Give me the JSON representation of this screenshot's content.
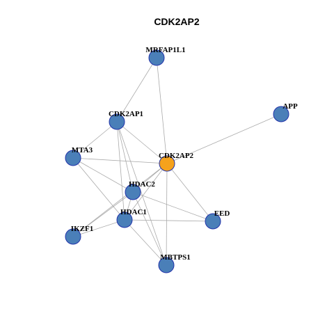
{
  "title": "CDK2AP2",
  "colors": {
    "node_default": "#4a7fb8",
    "node_focus": "#f5a21c",
    "node_stroke": "#2233aa",
    "edge": "#aaaaaa"
  },
  "nodes": [
    {
      "id": "MRFAP1L1",
      "label": "MRFAP1L1",
      "focus": false
    },
    {
      "id": "APP",
      "label": "APP",
      "focus": false
    },
    {
      "id": "CDK2AP1",
      "label": "CDK2AP1",
      "focus": false
    },
    {
      "id": "MTA3",
      "label": "MTA3",
      "focus": false
    },
    {
      "id": "CDK2AP2",
      "label": "CDK2AP2",
      "focus": true
    },
    {
      "id": "HDAC2",
      "label": "HDAC2",
      "focus": false
    },
    {
      "id": "HDAC1",
      "label": "HDAC1",
      "focus": false
    },
    {
      "id": "EED",
      "label": "EED",
      "focus": false
    },
    {
      "id": "IKZF1",
      "label": "IKZF1",
      "focus": false
    },
    {
      "id": "MBTPS1",
      "label": "MBTPS1",
      "focus": false
    }
  ],
  "edges": [
    [
      "MRFAP1L1",
      "CDK2AP1"
    ],
    [
      "MRFAP1L1",
      "CDK2AP2"
    ],
    [
      "APP",
      "CDK2AP2"
    ],
    [
      "CDK2AP1",
      "HDAC2"
    ],
    [
      "CDK2AP1",
      "HDAC1"
    ],
    [
      "CDK2AP1",
      "CDK2AP2"
    ],
    [
      "CDK2AP1",
      "MTA3"
    ],
    [
      "CDK2AP1",
      "MBTPS1"
    ],
    [
      "MTA3",
      "CDK2AP2"
    ],
    [
      "MTA3",
      "HDAC2"
    ],
    [
      "MTA3",
      "HDAC1"
    ],
    [
      "CDK2AP2",
      "HDAC2"
    ],
    [
      "CDK2AP2",
      "HDAC1"
    ],
    [
      "CDK2AP2",
      "EED"
    ],
    [
      "CDK2AP2",
      "MBTPS1"
    ],
    [
      "CDK2AP2",
      "IKZF1"
    ],
    [
      "HDAC2",
      "HDAC1"
    ],
    [
      "HDAC2",
      "EED"
    ],
    [
      "HDAC2",
      "IKZF1"
    ],
    [
      "HDAC1",
      "EED"
    ],
    [
      "HDAC1",
      "IKZF1"
    ],
    [
      "HDAC1",
      "MBTPS1"
    ],
    [
      "HDAC2",
      "MBTPS1"
    ]
  ]
}
